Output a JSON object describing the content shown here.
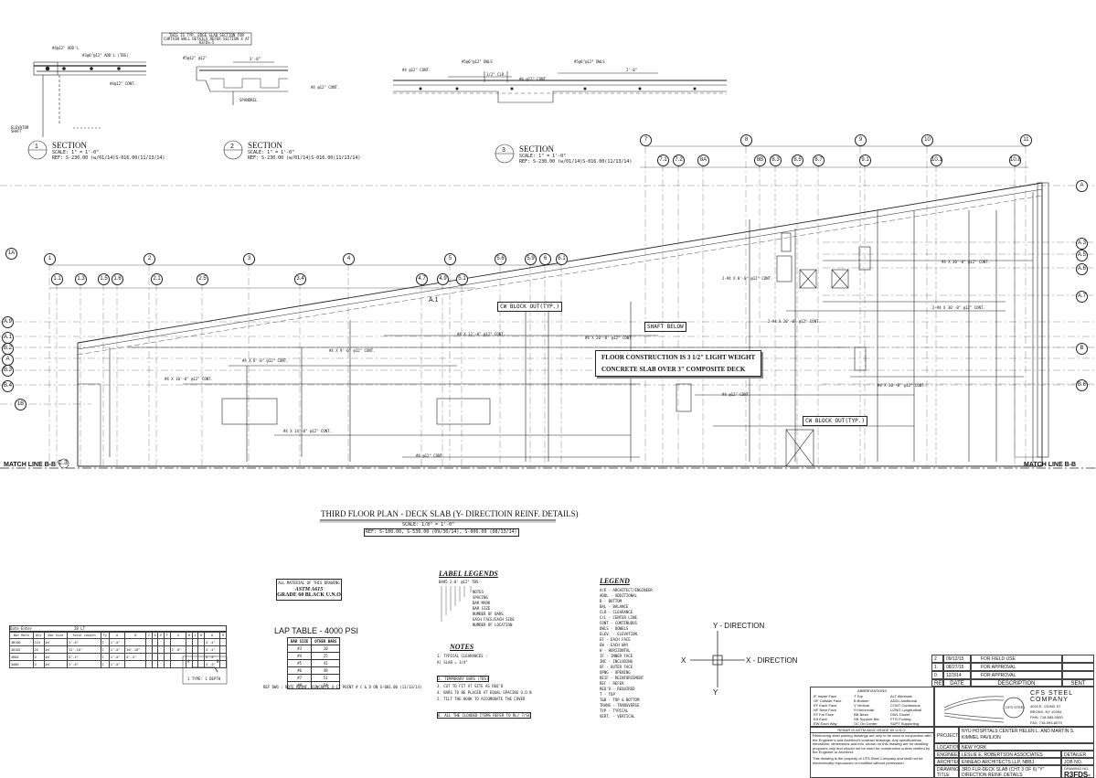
{
  "sections": [
    {
      "number": "1",
      "title": "SECTION",
      "scale": "SCALE: 1\" = 1'-0\"",
      "ref": "REF: S-230.00 (w/01/14)S-016.00(11/13/14)"
    },
    {
      "number": "2",
      "title": "SECTION",
      "scale": "SCALE: 1\" = 1'-0\"",
      "ref": "REF: S-230.00 (w/01/14)S-016.00(11/13/14)"
    },
    {
      "number": "3",
      "title": "SECTION",
      "scale": "SCALE: 1\" = 1'-0\"",
      "ref": "REF: S-230.00 (w/01/14)S-016.00(11/13/14)"
    }
  ],
  "section_notes": {
    "s1_add": "#4@12\" ADD'L",
    "s1_add2": "#3@6\"@12\" ADD'L (TBS)",
    "s1_cont": "#4@12\" CONT.",
    "s1_elev": "ELEVATOR SHAFT",
    "s2_note": "THIS IS TYP. EDGE SLAB SECTION FOR CURTAIN WALL DETAILS REFER SECTION 4 AT R3FDS-5",
    "s2_top": "#5@12\" @12\"",
    "s2_dim": "3'-0\"",
    "s2_cont": "#4 @12\" CONT.",
    "s2_span": "SPANDREL",
    "s3_dwls": "#5@6\"@12\" DWLS",
    "s3_clr": "1/2\" CLR.",
    "s3_cont": "#4 @12\" CONT.",
    "s3_dim": "2'-0\"",
    "s3_dwls2": "#5@6\"@12\" DWLS",
    "s3_cont2": "#4 @12\" CONT."
  },
  "grid_top": [
    "7",
    "8",
    "9",
    "10",
    "11"
  ],
  "grid_top_sub": [
    "7.1",
    "7.2",
    "8A",
    "8B",
    "8.3",
    "8.5",
    "8.7",
    "9.1",
    "10.1",
    "10.8"
  ],
  "grid_main": [
    "1",
    "2",
    "3",
    "4",
    "5",
    "5.6",
    "5.9",
    "6",
    "6.1"
  ],
  "grid_main_sub": [
    "1.1",
    "1.3",
    "1.5",
    "1.6",
    "2.1",
    "2.5",
    "3.4",
    "4.7",
    "4.9",
    "5.1"
  ],
  "grid_left": [
    "1A",
    "A.9",
    "A.1",
    "B.2",
    "A",
    "B.3",
    "B.4",
    "1B"
  ],
  "grid_right": [
    "A",
    "A.3",
    "A.5",
    "A.6",
    "A.7",
    "B",
    "B.6"
  ],
  "grid_a1_label": "A.1",
  "grid_c3_label": "C.3",
  "floor_note_line1": "FLOOR CONSTRUCTION IS 3 1/2\" LIGHT WEIGHT",
  "floor_note_line2": "CONCRETE SLAB OVER 3\" COMPOSITE DECK",
  "match_line_left": "MATCH LINE B-B",
  "match_line_right": "MATCH LINE B-B",
  "plan_title": "THIRD FLOOR PLAN - DECK SLAB (Y- DIRECTIOIN  REINF. DETAILS)",
  "plan_scale": "SCALE: 1/8\" = 1'-0\"",
  "plan_ref": "REF: S-100.00, S-530.00 (09/30/14), S-006.00 (08/13/14)",
  "bar_callouts": [
    "#4 X 8'-0\" @12\" CONT.",
    "#4 X 9'-0\" @12\" CONT.",
    "#4 X 10'-0\" @12\" CONT.",
    "#4 X 12'-0\" @12\" CONT.",
    "#4 X 14'-0\" @12\" CONT.",
    "#4 X 20'-0\" @12\" CONT.",
    "#4 X 30'-0\" @12\" CONT.",
    "#4 X 30'-0\" @12\" CONT.",
    "#4 @12\" CONT.",
    "#4 @12\" CONT.",
    "2-#4 X 30'-0\" @12\" CONT.",
    "2-#4 X 20'-0\" @12\" CONT.",
    "2-#4 X 8'-0\" @12\" CONT."
  ],
  "block_out_labels": [
    "CW BLOCK OUT(TYP.)",
    "CW BLOCK OUT(TYP.)",
    "SHAFT BELOW"
  ],
  "astm_box": {
    "line0": "ALL MATERIAL OF THIS DRAWING",
    "line1": "ASTM A615",
    "line2": "GRADE 60 BLACK U.N.O"
  },
  "label_legends": {
    "title": "LABEL LEGENDS",
    "sample": "B4#5 2-0' @12\" TBS",
    "items": [
      "NOTES",
      "SPACING",
      "BAR MARK",
      "BAR SIZE",
      "NUMBER OF BARS",
      "EACH FACE/EACH SIDE",
      "NUMBER OF LOCATION"
    ]
  },
  "notes": {
    "title": "NOTES",
    "items": [
      "1. TYPICAL CLEARANCES :",
      "   A) SLAB = 3/4\"",
      "2. TEMPORARY BARS (TBS)",
      "3. CUT TO FIT AT SITE AS REQ'D",
      "4. BARS TO BE PLACED AT EQUAL SPACING U.O.N",
      "5. TILT THE HOOK TO ACCOMODATE THE COVER",
      "6. ALL THE CLOUDED ITEMS REFER TO RL/ 7/SC"
    ]
  },
  "legend": {
    "title": "LEGEND",
    "items": [
      "A/E - ARCHITECT/ENGINEER",
      "ADDL - ADDITIONAL",
      "B - BOTTOM",
      "BAL - BALANCE",
      "CLR - CLEARANCE",
      "C/L - CENTER LINE",
      "CONT - CONTINUOUS",
      "DWLS - DOWELS",
      "ELEV. - ELEVATION",
      "EF - EACH FACE",
      "EW - EACH WAY",
      "H - HORIZONTAL",
      "IF - INNER FACE",
      "INC - INCLUDING",
      "OF - OUTER FACE",
      "OPNG - OPENING",
      "REIF - REINFORCEMENT",
      "REF - REFER",
      "REQ'D - REQUIRED",
      "T - TOP",
      "T&B - TOP & BOTTOM",
      "TRANS - TRANSVERSE",
      "TYP - TYPICAL",
      "VERT. - VERTICAL"
    ]
  },
  "lap_table": {
    "title": "LAP TABLE - 4000 PSI",
    "headers": [
      "BAR SIZE",
      "OTHER BARS"
    ],
    "rows": [
      [
        "#3",
        "20"
      ],
      [
        "#4",
        "25"
      ],
      [
        "#5",
        "41"
      ],
      [
        "#6",
        "48"
      ],
      [
        "#7",
        "51"
      ],
      [
        "#8",
        "54"
      ]
    ],
    "ref": "REF DWG : NOTE REINF. CONCRETE 4-17 POINT # C & D ON S-001.00 (11/13/14)"
  },
  "bar_list": {
    "header_left": "Date Enter",
    "header_right": "28 LT",
    "columns": [
      "Bar Mark",
      "Qty",
      "Bar Size",
      "Total Length",
      "Ty",
      "A",
      "B",
      "C",
      "D",
      "E",
      "F",
      "G",
      "H",
      "J",
      "K",
      "O",
      "R"
    ],
    "rows": [
      [
        "4B100",
        "124",
        "#4",
        "2'-0\"",
        "1",
        "2'-0\"",
        "",
        "",
        "",
        "",
        "",
        "",
        "",
        "",
        "",
        "4'-4\"",
        ""
      ],
      [
        "4D102",
        "25",
        "#4",
        "12'-10\"",
        "1",
        "2'-0\"",
        "10'-10\"",
        "",
        "",
        "",
        "",
        "2'-0\"",
        "",
        "",
        "",
        "4'-4\"",
        ""
      ],
      [
        "4H04",
        "4",
        "#4",
        "8'-4\"",
        "1",
        "2'-0\"",
        "6'-4\"",
        "",
        "",
        "",
        "",
        "",
        "",
        "",
        "",
        "4'-4\"",
        ""
      ],
      [
        "4A06",
        "4",
        "#4",
        "2'-0\"",
        "1",
        "2'-0\"",
        "",
        "",
        "",
        "",
        "",
        "",
        "",
        "",
        "",
        "4'-4\"",
        ""
      ]
    ]
  },
  "bend_detail": {
    "a": "A",
    "b": "B",
    "caption": "1  TYPE: 1 DEPTH"
  },
  "axes": {
    "y_pos": "Y - DIRECTION",
    "y_neg": "Y",
    "x_pos": "X - DIRECTION",
    "x_neg": "X"
  },
  "revisions": [
    {
      "rev": "2",
      "date": "09/12/15",
      "desc": "FOR FIELD USE"
    },
    {
      "rev": "1",
      "date": "08/27/15",
      "desc": "FOR APPROVAL"
    },
    {
      "rev": "0",
      "date": "12/3/14",
      "desc": "FOR APPROVAL"
    }
  ],
  "revision_headers": {
    "rev": "REV.",
    "date": "DATE",
    "desc": "DESCRIPTION",
    "sent": "SENT FOR"
  },
  "abbreviations": {
    "title": "ABBREVIATIONS",
    "col1": [
      "IF Inside Face",
      "OF Outside Face",
      "EF Each Face",
      "NF Near Face",
      "FF Far Face",
      "EA Each",
      "EW Each Way"
    ],
    "col2": [
      "T Top",
      "B Bottom",
      "V Vertical",
      "H Horizontal",
      "BB Bean",
      "SB Support Bar",
      "OC On Center"
    ],
    "col3": [
      "ALT Alternate",
      "ADDL Additional",
      "CONT Continuous",
      "LONG Longitudinal",
      "DWL Dowel",
      "FTG Footing",
      "SUPT Supporting"
    ]
  },
  "company": {
    "name1": "CFS STEEL",
    "name2": "COMPANY",
    "addr1": "4020 E. 132ND ST",
    "addr2": "BRONX, NY 10454",
    "phone": "PHN: 718-585-0500",
    "fax": "FAX: 718-993-8079",
    "seal": "CFS STEEL"
  },
  "rebar_note": "REBAR IS ASTM A615 GRADE 60 U.N.O.",
  "disclaimer": "Reinforcing steel placing drawings are only to be used in conjunction with the Engineer's and Architect's contract drawings. Any specifications, elevations, dimensions and info. shown on this drawing are for detailing purposes only and should not be used for construction unless verified by the Engineer or Architect.",
  "property_note": "This drawing is the property of CFS Steel Company and shall not be electronically reproduced or modified without permission.",
  "title_block": {
    "project_label": "PROJECT",
    "project_value": "NYU HOSPITALS CENTER HELEN L. AND MARTIN S. KIMMEL PAVILION",
    "location_label": "LOCATION",
    "location_value": "NEW YORK",
    "engineer_label": "ENGINEER",
    "engineer_value": "LESLIE E. ROBERTSON ASSOCIATES",
    "detailer_label": "DETAILER",
    "architect_label": "ARCHITECT",
    "architect_value": "ENNEAD ARCHITECTS LLP, NBBJ ARCHITECTS",
    "job_label": "JOB NO.",
    "drawing_title_label": "DRAWING TITLE",
    "drawing_title_value": "3RD FLR-DECK SLAB (CHT 3 OF 6) \"Y\" DIRECTION REINF. DETAILS",
    "drawing_no_label": "DRAWING NO.",
    "drawing_no_value": "R3FDS-3"
  }
}
